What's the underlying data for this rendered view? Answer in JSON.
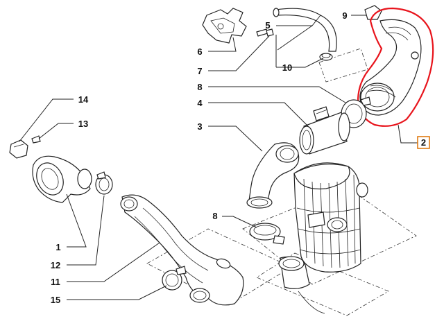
{
  "diagram": {
    "callouts": {
      "c1": "1",
      "c2": "2",
      "c3": "3",
      "c4": "4",
      "c5": "5",
      "c6": "6",
      "c7": "7",
      "c8a": "8",
      "c8b": "8",
      "c9": "9",
      "c10": "10",
      "c11": "11",
      "c12": "12",
      "c13": "13",
      "c14": "14",
      "c15": "15"
    },
    "colors": {
      "highlight": "#e8141c",
      "callout_box": "#e07a10",
      "line": "#222222"
    }
  }
}
